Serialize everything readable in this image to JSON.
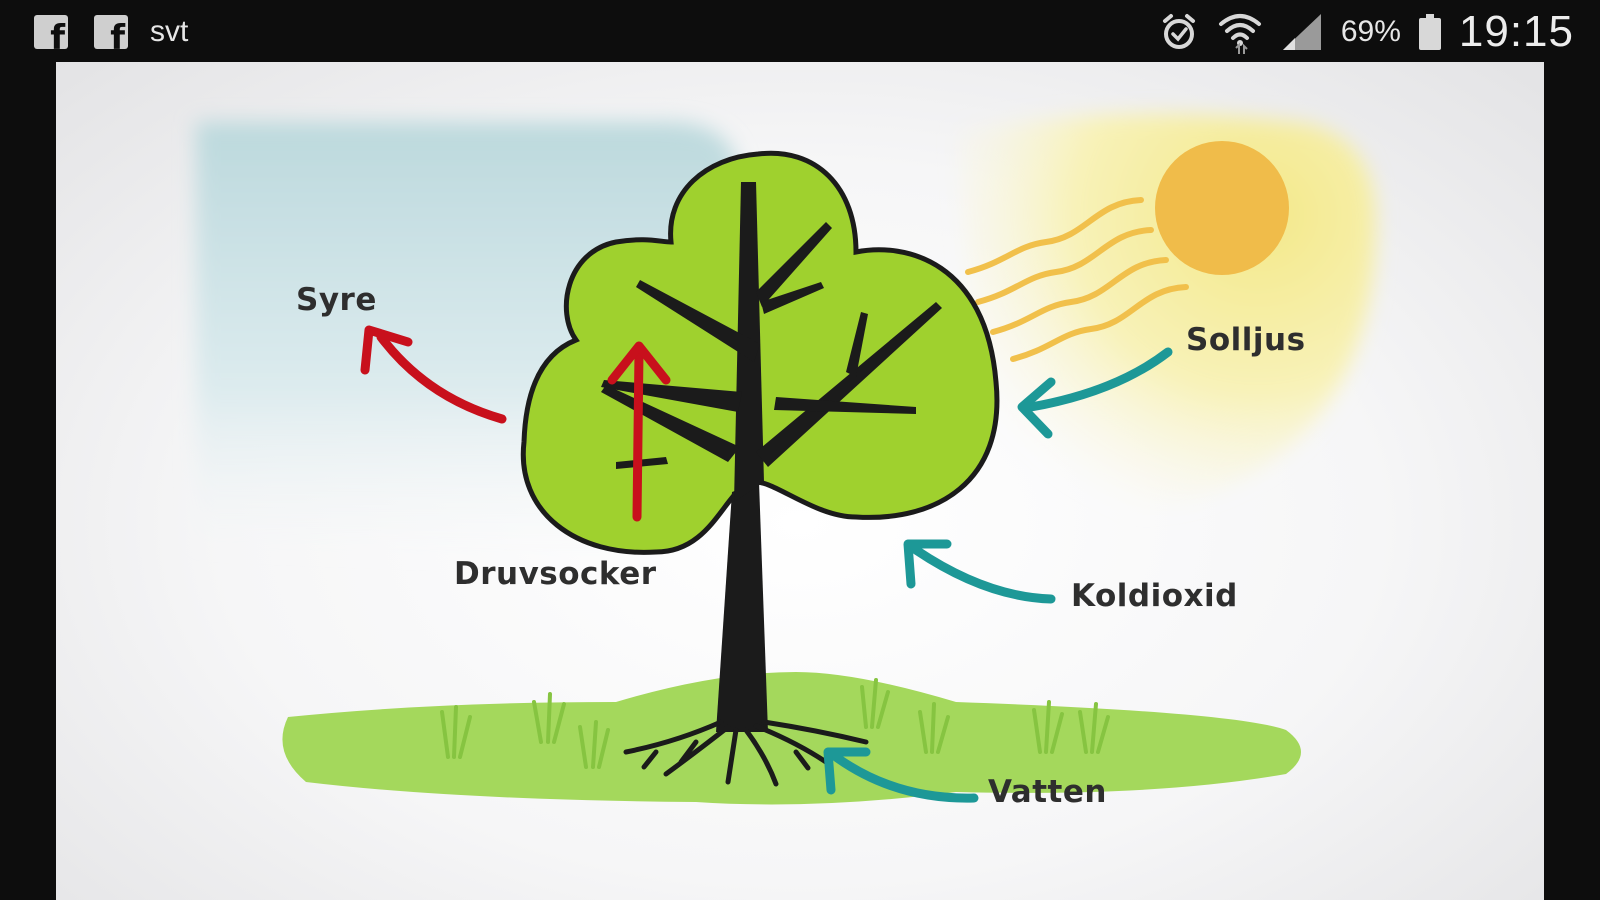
{
  "status_bar": {
    "app_label": "svt",
    "battery_percent": "69%",
    "time": "19:15",
    "icons": [
      "facebook-icon",
      "facebook-icon",
      "alarm-icon",
      "wifi-icon",
      "signal-icon",
      "battery-icon"
    ]
  },
  "diagram": {
    "labels": {
      "syre": "Syre",
      "solljus": "Solljus",
      "druvsocker": "Druvsocker",
      "koldioxid": "Koldioxid",
      "vatten": "Vatten"
    },
    "colors": {
      "leaf_green": "#9fd12e",
      "grass_green": "#a4d85c",
      "arrow_red": "#c8101c",
      "arrow_teal": "#1d9897",
      "sun_orange": "#f0bc4a",
      "sky_blue": "#cfe3e6",
      "sun_glow": "#f6ef9f"
    }
  }
}
